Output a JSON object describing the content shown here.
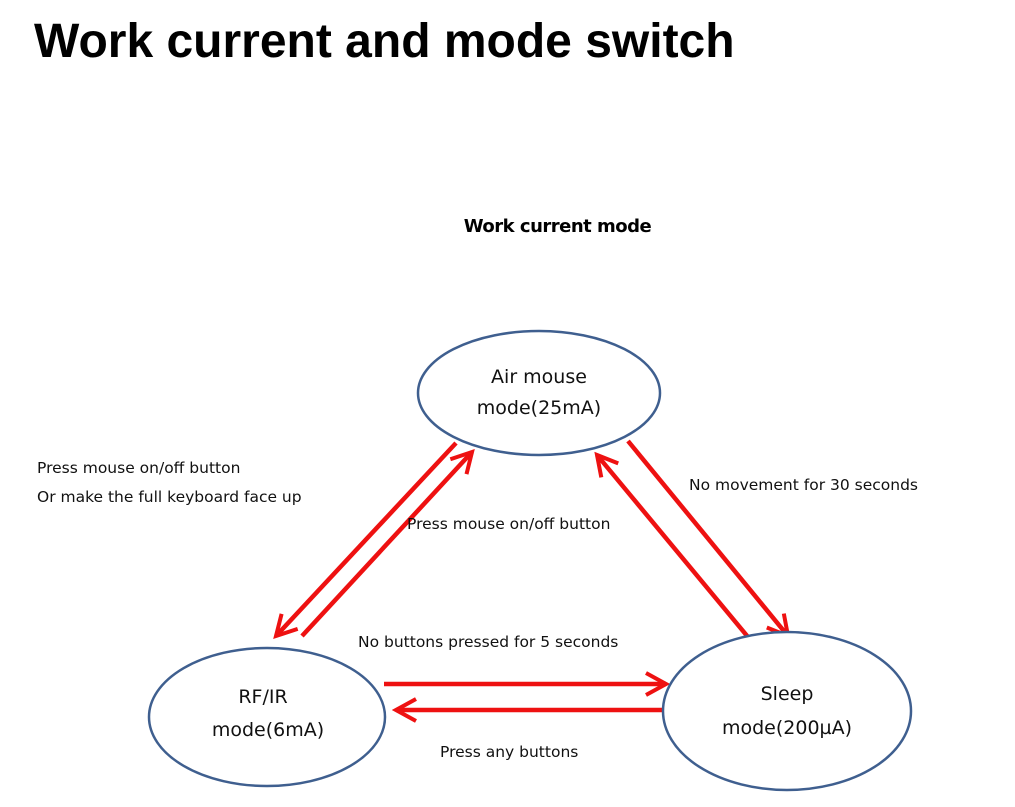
{
  "page": {
    "title": "Work current and mode switch"
  },
  "diagram": {
    "title": "Work current mode",
    "colors": {
      "node_border": "#3f5f8f",
      "arrow": "#ee1111",
      "text": "#111111"
    },
    "nodes": {
      "air_mouse": {
        "line1": "Air mouse",
        "line2": "mode(25mA)"
      },
      "rf_ir": {
        "line1": "RF/IR",
        "line2": "mode(6mA)"
      },
      "sleep": {
        "line1": "Sleep",
        "line2": "mode(200µA)"
      }
    },
    "edges": {
      "air_to_rf_label_line1": "Press mouse on/off button",
      "air_to_rf_label_line2": "Or make the  full keyboard face up",
      "rf_to_air_label": "Press mouse on/off button",
      "air_to_sleep_label": "No movement for 30 seconds",
      "rf_to_sleep_label": "No buttons pressed for 5 seconds",
      "sleep_to_rf_label": "Press any buttons"
    }
  }
}
